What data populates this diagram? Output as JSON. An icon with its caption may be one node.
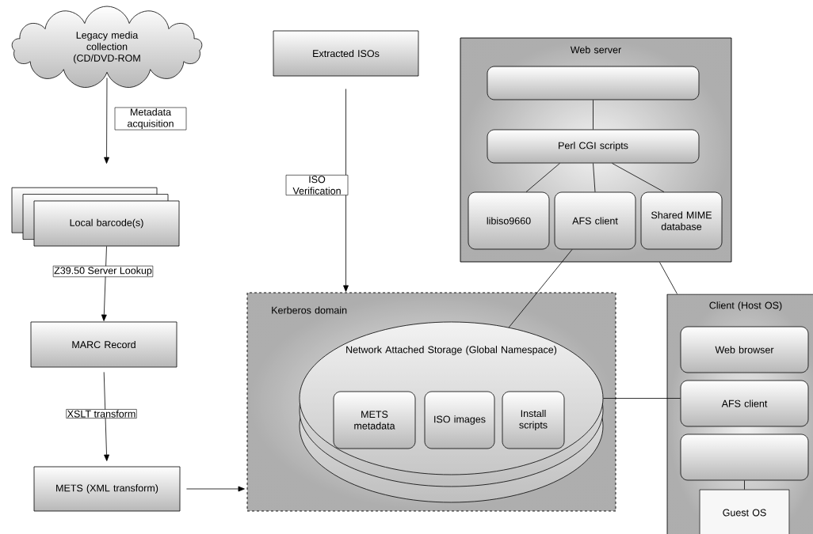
{
  "diagram": {
    "nodes": [
      {
        "text": [
          "Legacy media collection (CD/DVD-ROM"
        ]
      },
      {
        "text": [
          "Local barcode(s)"
        ]
      },
      {
        "text": [
          "MARC Record"
        ]
      },
      {
        "text": [
          "METS (XML transform)"
        ]
      },
      {
        "text": [
          "Extracted ISOs"
        ]
      },
      {
        "text": [
          "Web server"
        ]
      },
      {
        "text": [],
        "shape": "box",
        "in": 5
      },
      {
        "text": [
          "Perl CGI scripts"
        ],
        "in": 5
      },
      {
        "text": [
          "libiso9660"
        ],
        "in": 5
      },
      {
        "text": [
          "AFS client"
        ],
        "in": 5
      },
      {
        "text": [
          "Shared MIME database"
        ],
        "in": 5
      },
      {
        "text": [
          "Kerberos domain"
        ]
      },
      {
        "text": [
          "Network Attached Storage (Global Namespace)"
        ],
        "in": 11
      },
      {
        "text": [
          "METS metadata"
        ],
        "in": 12
      },
      {
        "text": [
          "ISO images"
        ],
        "in": 12
      },
      {
        "text": [
          "Install scripts"
        ],
        "in": 12
      },
      {
        "text": [
          "Client (Host OS)"
        ]
      },
      {
        "text": [
          "Web browser"
        ],
        "in": 16
      },
      {
        "text": [
          "AFS client"
        ],
        "in": 16
      },
      {
        "text": [],
        "shape": "box",
        "in": 16
      },
      {
        "text": [
          "Guest OS"
        ],
        "in": 16
      }
    ],
    "edges": [
      {
        "from": 0,
        "to": 1,
        "arrow": "to",
        "label": "Metadata acquisition"
      },
      {
        "from": 1,
        "to": 2,
        "arrow": "to",
        "label": "Z39.50 Server Lookup"
      },
      {
        "from": 2,
        "to": 3,
        "arrow": "to",
        "label": "XSLT transform"
      },
      {
        "from": 3,
        "to": 11,
        "arrow": "to"
      },
      {
        "from": 4,
        "to": 11,
        "arrow": "to",
        "label": "ISO Verification"
      },
      {
        "from": 6,
        "to": 7,
        "arrow": "none"
      },
      {
        "from": 7,
        "to": 8,
        "arrow": "none"
      },
      {
        "from": 7,
        "to": 9,
        "arrow": "none"
      },
      {
        "from": 7,
        "to": 10,
        "arrow": "none"
      },
      {
        "from": 9,
        "to": 12,
        "arrow": "none"
      },
      {
        "from": 5,
        "to": 16,
        "arrow": "none"
      },
      {
        "from": 12,
        "to": 18,
        "arrow": "none"
      },
      {
        "from": 19,
        "to": 20,
        "arrow": "none"
      }
    ]
  }
}
